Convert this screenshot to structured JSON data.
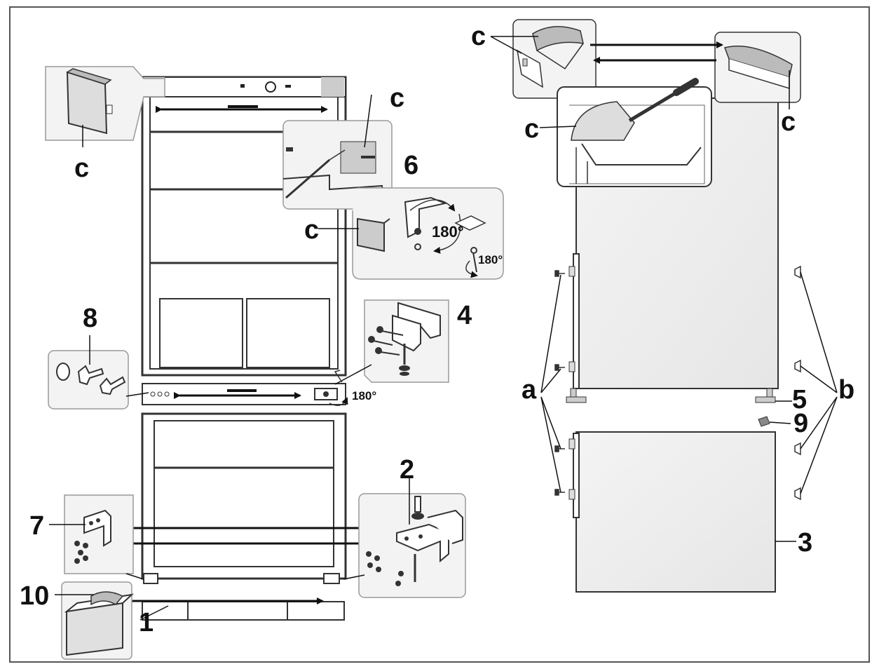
{
  "labels": {
    "c": "c",
    "a": "a",
    "b": "b",
    "n1": "1",
    "n2": "2",
    "n3": "3",
    "n4": "4",
    "n5": "5",
    "n6": "6",
    "n7": "7",
    "n8": "8",
    "n9": "9",
    "n10": "10"
  },
  "angles": {
    "rotate_180": "180°"
  }
}
